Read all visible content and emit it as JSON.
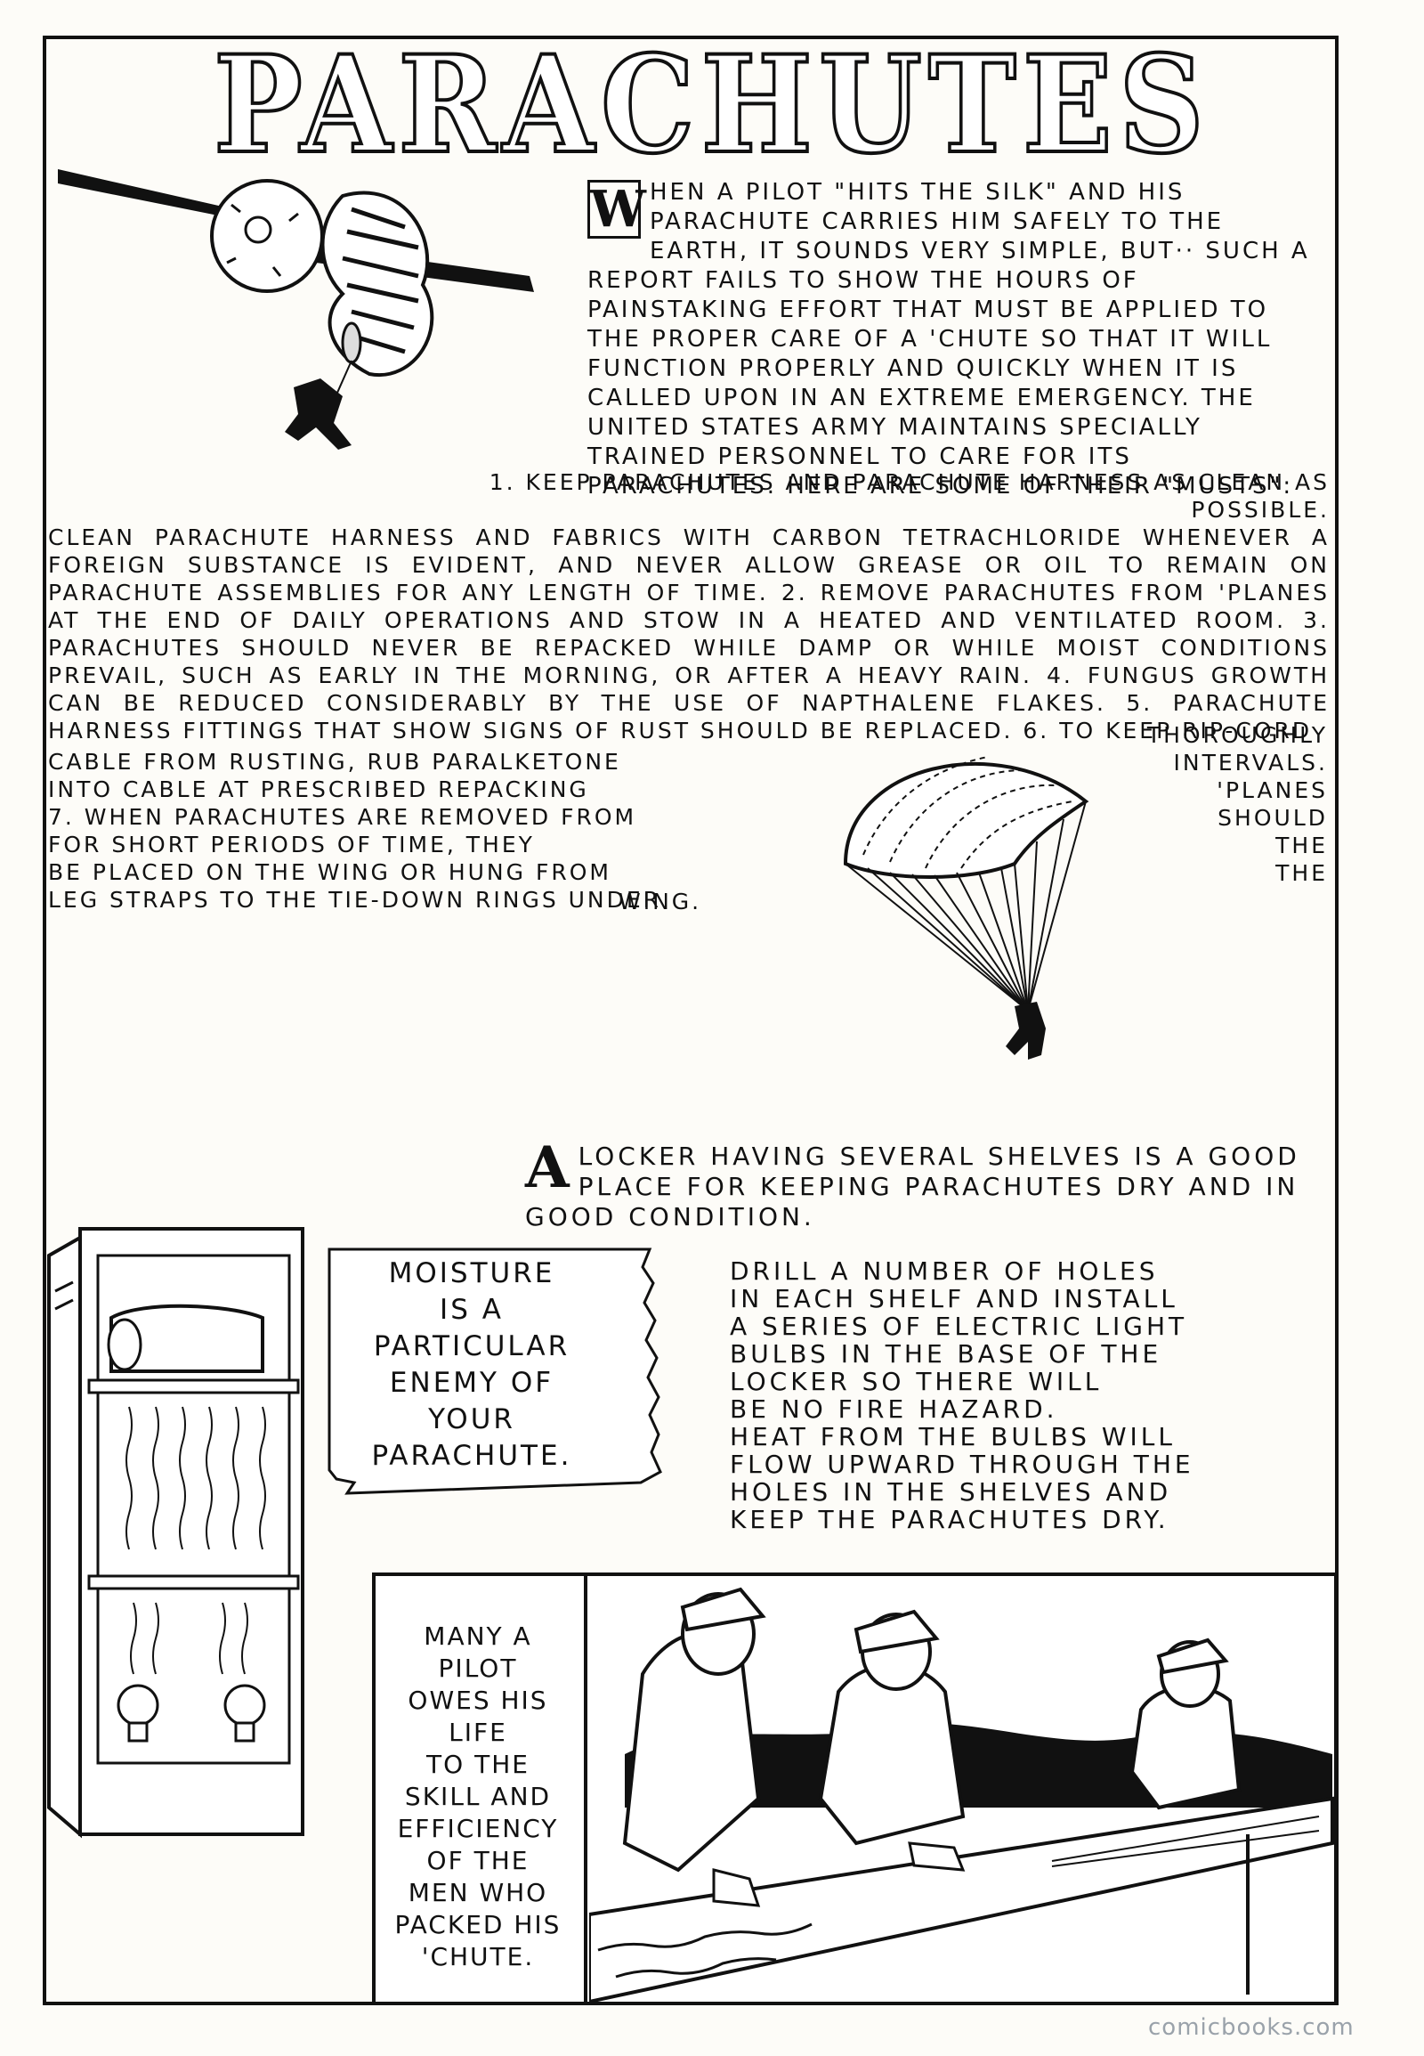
{
  "title": "PARACHUTES",
  "intro": {
    "dropcap": "W",
    "text": "HEN A PILOT \"HITS THE SILK\" AND HIS PARACHUTE CARRIES HIM SAFELY TO THE EARTH, IT SOUNDS VERY SIMPLE, BUT·· SUCH A REPORT FAILS TO SHOW THE HOURS OF PAINSTAKING EFFORT THAT MUST BE APPLIED TO THE PROPER CARE OF A 'CHUTE SO THAT IT WILL FUNCTION PROPERLY AND QUICKLY WHEN IT IS CALLED UPON IN AN EXTREME EMERGENCY. THE UNITED STATES ARMY MAINTAINS SPECIALLY TRAINED PERSONNEL TO CARE FOR ITS PARACHUTES. HERE ARE SOME OF THEIR \"MUSTS\":"
  },
  "musts": {
    "first_line": "1. KEEP PARACHUTES AND PARACHUTE HARNESS AS CLEAN AS POSSIBLE.",
    "body": "CLEAN PARACHUTE HARNESS AND FABRICS WITH CARBON TETRACHLORIDE WHENEVER A FOREIGN SUBSTANCE IS EVIDENT, AND NEVER ALLOW GREASE OR OIL TO REMAIN ON PARACHUTE ASSEMBLIES FOR ANY LENGTH OF TIME. 2. REMOVE PARACHUTES FROM 'PLANES AT THE END OF DAILY OPERATIONS AND STOW IN A HEATED AND VENTILATED ROOM. 3. PARACHUTES SHOULD NEVER BE REPACKED WHILE DAMP OR WHILE MOIST CONDITIONS PREVAIL, SUCH AS EARLY IN THE MORNING, OR AFTER A HEAVY RAIN. 4. FUNGUS GROWTH CAN BE REDUCED CONSIDERABLY BY THE USE OF NAPTHALENE FLAKES. 5. PARACHUTE HARNESS FITTINGS THAT SHOW SIGNS OF RUST SHOULD BE REPLACED.   6. TO KEEP RIP-CORD",
    "left_lines": [
      "CABLE FROM RUSTING, RUB PARALKETONE",
      "INTO CABLE AT PRESCRIBED REPACKING",
      "7. WHEN PARACHUTES ARE REMOVED FROM",
      "FOR SHORT PERIODS OF TIME, THEY",
      "BE PLACED ON THE WING OR HUNG FROM",
      "LEG STRAPS TO THE TIE-DOWN RINGS UNDER"
    ],
    "right_lines": [
      "THOROUGHLY",
      "INTERVALS.",
      "'PLANES",
      "SHOULD",
      "THE",
      "THE"
    ],
    "last_word": "WING."
  },
  "locker": {
    "cap": "A",
    "text": "LOCKER HAVING SEVERAL SHELVES IS A GOOD PLACE FOR KEEPING PARACHUTES DRY AND IN GOOD CONDITION."
  },
  "moisture_lines": [
    "MOISTURE",
    "IS A",
    "PARTICULAR",
    "ENEMY OF",
    "YOUR",
    "PARACHUTE."
  ],
  "drill_lines": [
    "DRILL A NUMBER OF HOLES",
    "IN EACH SHELF AND INSTALL",
    "A SERIES OF ELECTRIC LIGHT",
    "BULBS IN THE BASE OF THE",
    "LOCKER SO THERE WILL",
    "BE NO FIRE HAZARD.",
    "HEAT FROM THE BULBS WILL",
    "FLOW UPWARD THROUGH THE",
    "HOLES IN THE SHELVES AND",
    "KEEP THE PARACHUTES DRY."
  ],
  "many_lines": [
    "MANY A",
    "PILOT",
    "OWES HIS",
    "LIFE",
    "TO THE",
    "SKILL AND",
    "EFFICIENCY",
    "OF THE",
    "MEN WHO",
    "PACKED HIS",
    "'CHUTE."
  ],
  "credit": "comicbooks.com",
  "icons": [
    "airplane-propeller-icon",
    "parachute-icon",
    "locker-icon",
    "packing-table-icon"
  ]
}
